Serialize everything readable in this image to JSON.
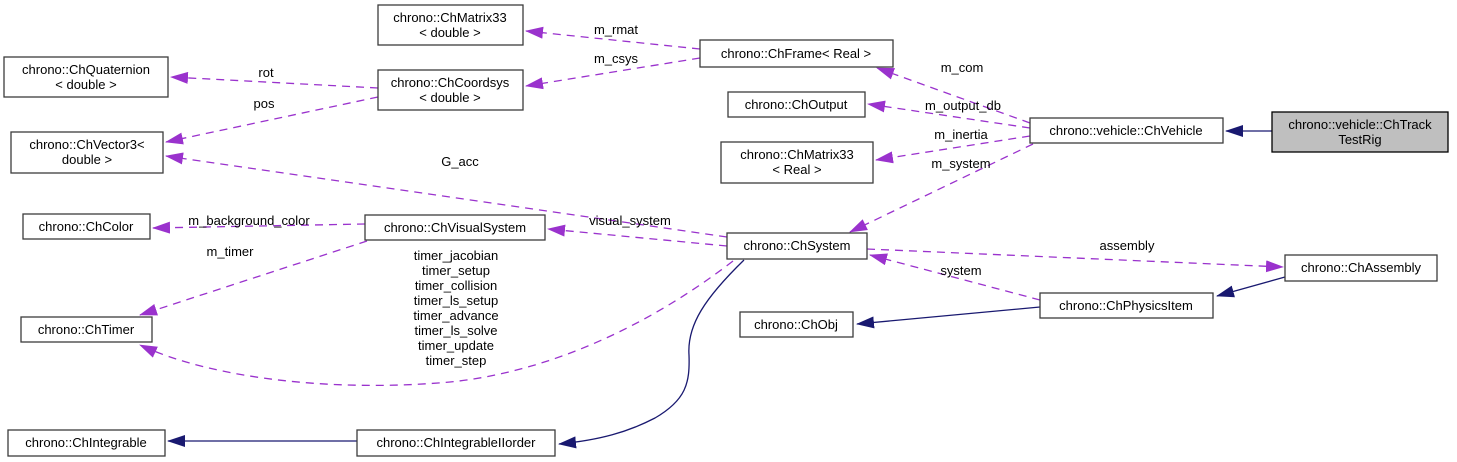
{
  "colors": {
    "edge_usage": "#9a32cd",
    "edge_inherit": "#191970",
    "node_border": "#3c3c3c",
    "node_fill": "#ffffff",
    "highlight_fill": "#bfbfbf",
    "highlight_border": "#000000",
    "text": "#000000",
    "background": "#ffffff"
  },
  "nodes": {
    "matrix_double": {
      "lines": [
        "chrono::ChMatrix33",
        "< double >"
      ]
    },
    "quaternion": {
      "lines": [
        "chrono::ChQuaternion",
        "< double >"
      ]
    },
    "coordsys": {
      "lines": [
        "chrono::ChCoordsys",
        "< double >"
      ]
    },
    "vector3": {
      "lines": [
        "chrono::ChVector3<",
        "double >"
      ]
    },
    "frame": {
      "lines": [
        "chrono::ChFrame< Real >"
      ]
    },
    "output": {
      "lines": [
        "chrono::ChOutput"
      ]
    },
    "matrix_real": {
      "lines": [
        "chrono::ChMatrix33",
        "< Real >"
      ]
    },
    "vehicle": {
      "lines": [
        "chrono::vehicle::ChVehicle"
      ]
    },
    "tracktestrig": {
      "lines": [
        "chrono::vehicle::ChTrack",
        "TestRig"
      ]
    },
    "color": {
      "lines": [
        "chrono::ChColor"
      ]
    },
    "visualsystem": {
      "lines": [
        "chrono::ChVisualSystem"
      ]
    },
    "system": {
      "lines": [
        "chrono::ChSystem"
      ]
    },
    "assembly": {
      "lines": [
        "chrono::ChAssembly"
      ]
    },
    "physicsitem": {
      "lines": [
        "chrono::ChPhysicsItem"
      ]
    },
    "obj": {
      "lines": [
        "chrono::ChObj"
      ]
    },
    "timer": {
      "lines": [
        "chrono::ChTimer"
      ]
    },
    "integrable": {
      "lines": [
        "chrono::ChIntegrable"
      ]
    },
    "integrable2": {
      "lines": [
        "chrono::ChIntegrableIIorder"
      ]
    }
  },
  "edge_labels": {
    "m_rmat": "m_rmat",
    "m_csys": "m_csys",
    "rot": "rot",
    "pos": "pos",
    "g_acc": "G_acc",
    "m_com": "m_com",
    "m_output_db": "m_output_db",
    "m_inertia": "m_inertia",
    "m_system": "m_system",
    "visual_system": "visual_system",
    "m_background_color": "m_background_color",
    "m_timer": "m_timer",
    "timer_lines": [
      "timer_jacobian",
      "timer_setup",
      "timer_collision",
      "timer_ls_setup",
      "timer_advance",
      "timer_ls_solve",
      "timer_update",
      "timer_step"
    ],
    "assembly": "assembly",
    "system": "system"
  }
}
